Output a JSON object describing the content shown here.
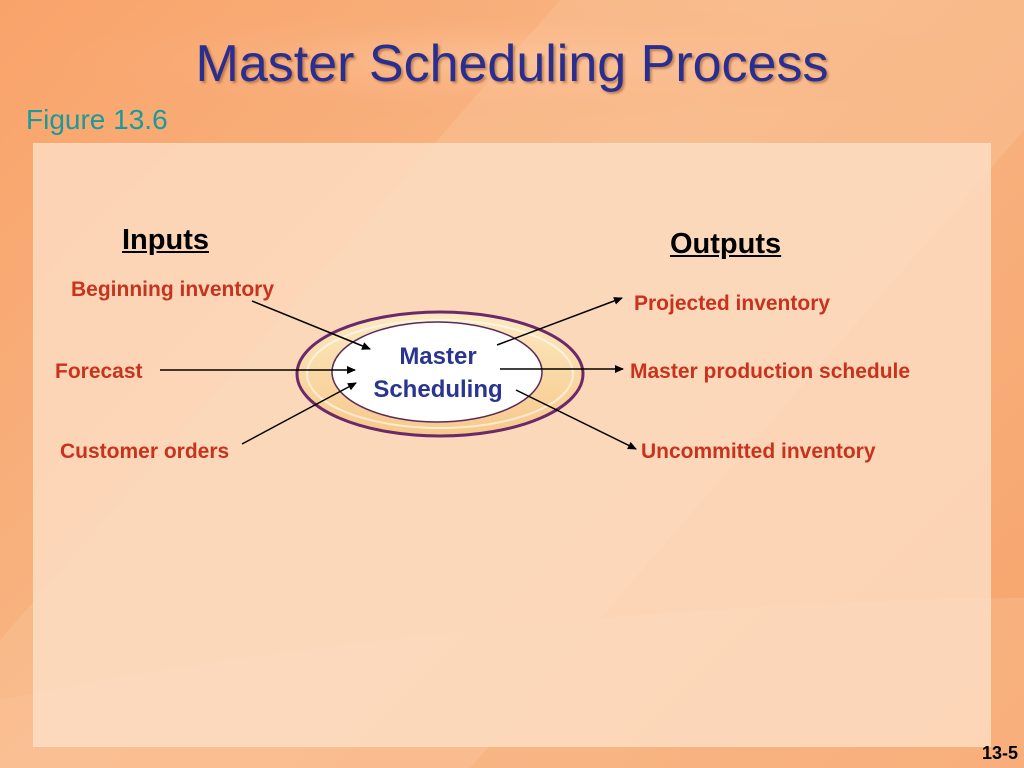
{
  "slide": {
    "title": "Master Scheduling Process",
    "subtitle": "Figure 13.6",
    "page_number": "13-5"
  },
  "diagram": {
    "inputs_heading": "Inputs",
    "outputs_heading": "Outputs",
    "center_line1": "Master",
    "center_line2": "Scheduling",
    "inputs": [
      "Beginning inventory",
      "Forecast",
      "Customer orders"
    ],
    "outputs": [
      "Projected inventory",
      "Master production schedule",
      "Uncommitted inventory"
    ]
  },
  "colors": {
    "title": "#2a2f8f",
    "subtitle": "#1a9a9a",
    "label": "#c8331e",
    "center_text": "#2a3590",
    "ellipse_outline": "#6a2a6a"
  }
}
